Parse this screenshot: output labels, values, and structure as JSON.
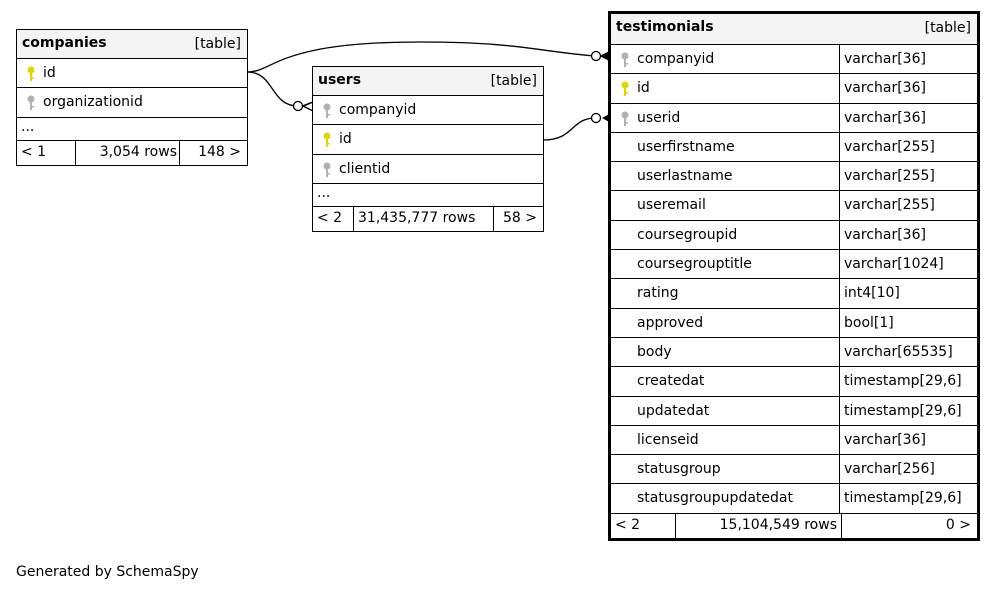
{
  "tables": {
    "companies": {
      "name": "companies",
      "type": "[table]",
      "columns": [
        {
          "name": "id",
          "key": "primary"
        },
        {
          "name": "organizationid",
          "key": "foreign"
        }
      ],
      "ellipsis": "...",
      "footer": {
        "parents": "< 1",
        "rows": "3,054 rows",
        "children": "148 >"
      }
    },
    "users": {
      "name": "users",
      "type": "[table]",
      "columns": [
        {
          "name": "companyid",
          "key": "foreign"
        },
        {
          "name": "id",
          "key": "primary"
        },
        {
          "name": "clientid",
          "key": "foreign"
        }
      ],
      "ellipsis": "...",
      "footer": {
        "parents": "< 2",
        "rows": "31,435,777 rows",
        "children": "58 >"
      }
    },
    "testimonials": {
      "name": "testimonials",
      "type": "[table]",
      "columns": [
        {
          "name": "companyid",
          "type": "varchar[36]",
          "key": "foreign"
        },
        {
          "name": "id",
          "type": "varchar[36]",
          "key": "primary"
        },
        {
          "name": "userid",
          "type": "varchar[36]",
          "key": "foreign"
        },
        {
          "name": "userfirstname",
          "type": "varchar[255]",
          "key": ""
        },
        {
          "name": "userlastname",
          "type": "varchar[255]",
          "key": ""
        },
        {
          "name": "useremail",
          "type": "varchar[255]",
          "key": ""
        },
        {
          "name": "coursegroupid",
          "type": "varchar[36]",
          "key": ""
        },
        {
          "name": "coursegrouptitle",
          "type": "varchar[1024]",
          "key": ""
        },
        {
          "name": "rating",
          "type": "int4[10]",
          "key": ""
        },
        {
          "name": "approved",
          "type": "bool[1]",
          "key": ""
        },
        {
          "name": "body",
          "type": "varchar[65535]",
          "key": ""
        },
        {
          "name": "createdat",
          "type": "timestamp[29,6]",
          "key": ""
        },
        {
          "name": "updatedat",
          "type": "timestamp[29,6]",
          "key": ""
        },
        {
          "name": "licenseid",
          "type": "varchar[36]",
          "key": ""
        },
        {
          "name": "statusgroup",
          "type": "varchar[256]",
          "key": ""
        },
        {
          "name": "statusgroupupdatedat",
          "type": "timestamp[29,6]",
          "key": ""
        }
      ],
      "footer": {
        "parents": "< 2",
        "rows": "15,104,549 rows",
        "children": "0 >"
      }
    }
  },
  "colors": {
    "primary_key": "#e0d600",
    "foreign_key": "#b0b0b0",
    "header_bg": "#f4f4f4"
  },
  "footer_text": "Generated by SchemaSpy"
}
